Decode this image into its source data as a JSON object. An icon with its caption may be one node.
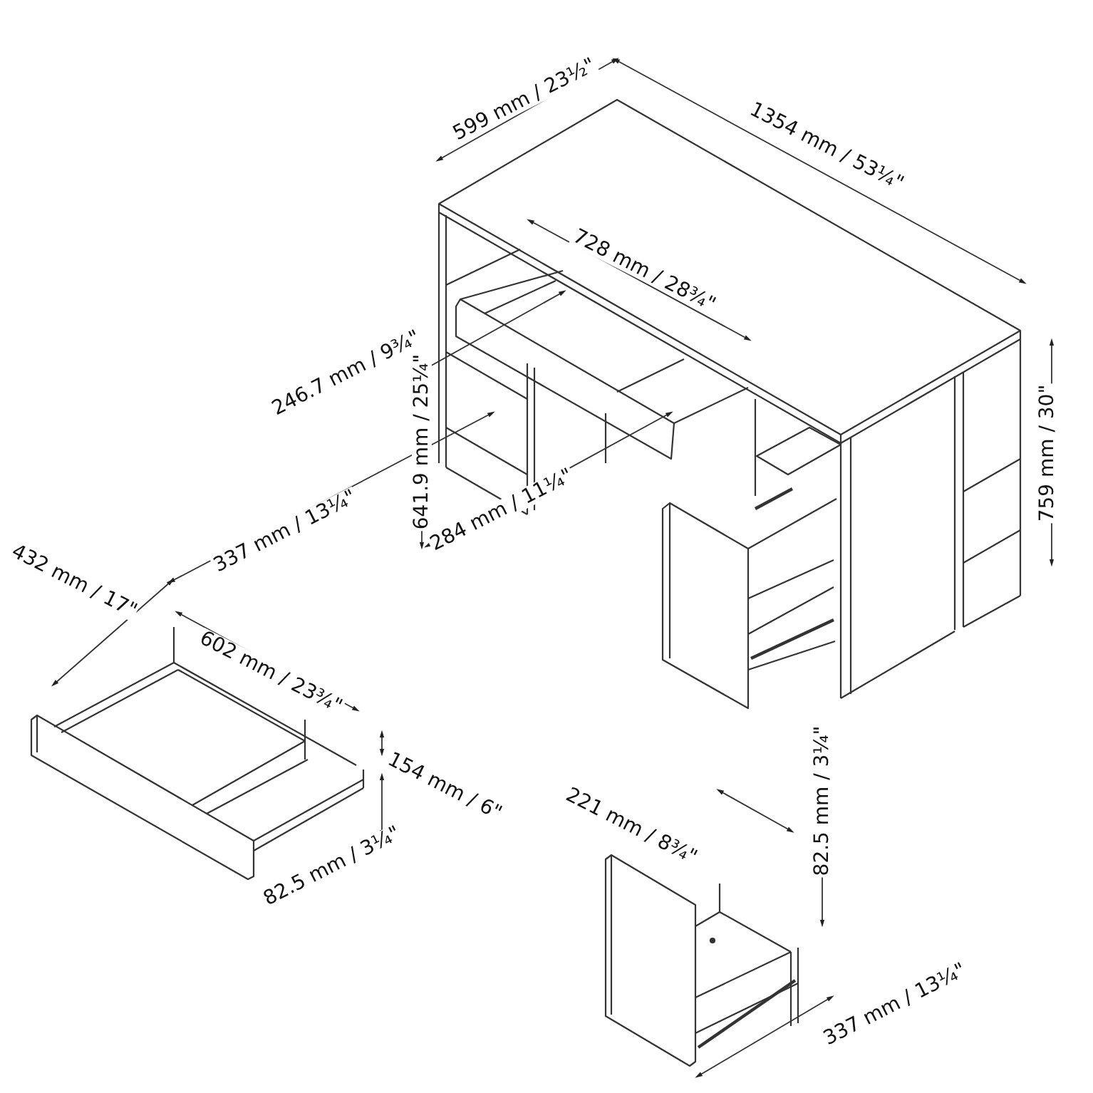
{
  "diagram": {
    "labels": [
      "599 mm / 23½\"",
      "1354 mm / 53¼\"",
      "728 mm / 28¾\"",
      "246.7 mm / 9¾\"",
      "641.9 mm / 25¼\"",
      "759 mm / 30\"",
      "284 mm / 11¼\"",
      "337 mm / 13¼\"",
      "432 mm / 17\"",
      "602 mm / 23¾\"",
      "154 mm / 6\"",
      "82.5 mm / 3¼\"",
      "221 mm / 8¾\"",
      "82.5 mm / 3¼\"",
      "337 mm / 13¼\""
    ]
  }
}
